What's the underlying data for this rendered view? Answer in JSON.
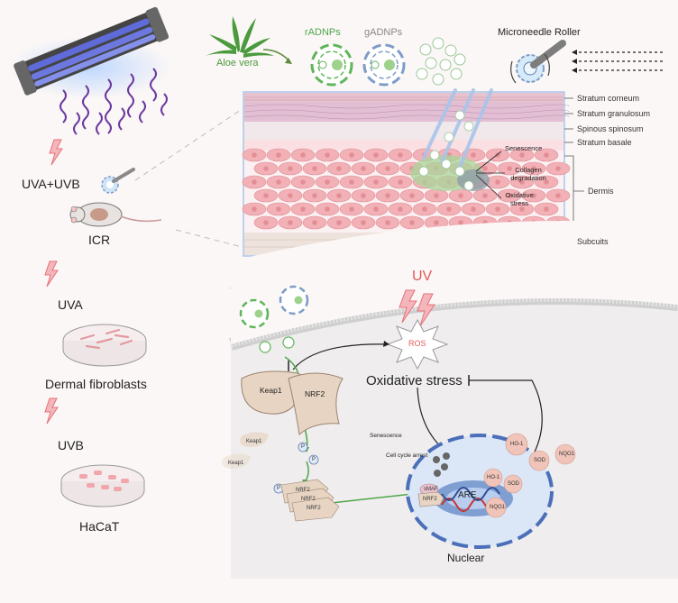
{
  "left_panel": {
    "labels": [
      "UVA+UVB",
      "ICR",
      "UVA",
      "Dermal fibroblasts",
      "UVB",
      "HaCaT"
    ]
  },
  "top_row": {
    "aloe_label": "Aloe vera",
    "radnps_label": "rADNPs",
    "gadnps_label": "gADNPs",
    "roller_label": "Microneedle Roller"
  },
  "skin_layers": [
    "Stratum corneum",
    "Stratum granulosum",
    "Spinous spinosum",
    "Stratum basale",
    "Dermis",
    "Subcuits"
  ],
  "skin_callouts": [
    "Senescence",
    "Collagen degradation",
    "Oxidative stress"
  ],
  "cell_panel": {
    "uv_label": "UV",
    "ros_label": "ROS",
    "oxidative_label": "Oxidative stress",
    "keap1_label": "Keap1",
    "nrf2_label": "NRF2",
    "keap1_small": "Keap1",
    "p_label": "P",
    "nrf2_small": "NRF2",
    "senescence_label": "Senescence",
    "cell_cycle_label": "Cell cycle arrest",
    "smaf_label": "sMAF",
    "are_label": "ARE",
    "ho1_label": "HO-1",
    "sod_label": "SOD",
    "nqo1_label": "NQO1",
    "nuclear_label": "Nuclear"
  },
  "colors": {
    "lightning": "#e8707a",
    "radnp_green": "#5fb55a",
    "gadnp_blue": "#7f9cc8",
    "nucleus_blue": "#4b6fb8",
    "uv_red": "#e05a5a",
    "lamp_purple": "#6b3aa0"
  }
}
